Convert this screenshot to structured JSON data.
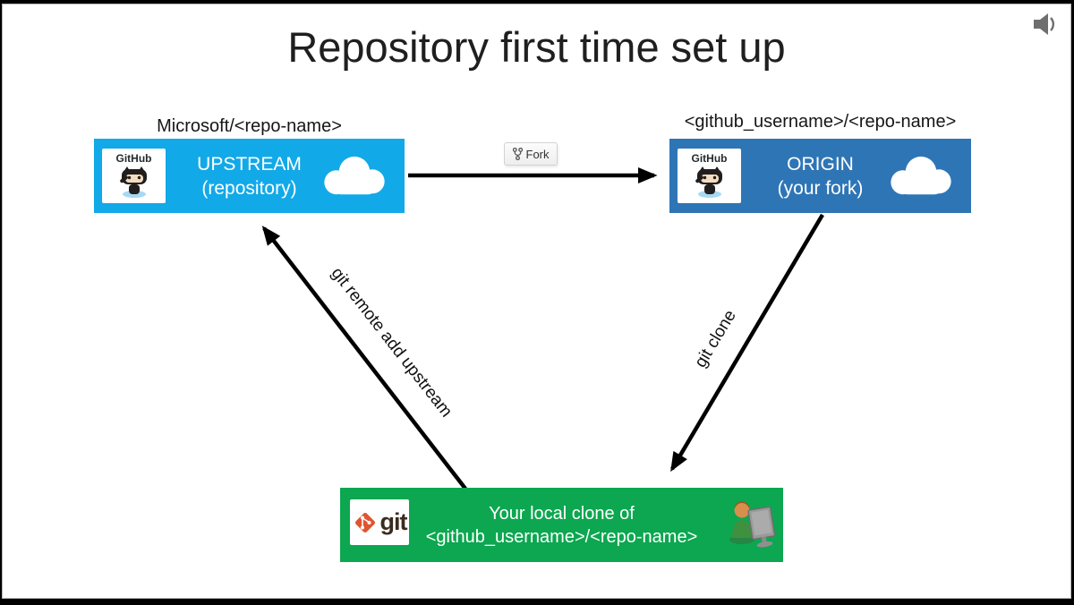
{
  "title": "Repository first time set up",
  "upstream": {
    "label_above": "Microsoft/<repo-name>",
    "name": "UPSTREAM",
    "subtitle": "(repository)",
    "logo": "GitHub",
    "color": "#12a9e8"
  },
  "origin": {
    "label_above": "<github_username>/<repo-name>",
    "name": "ORIGIN",
    "subtitle": "(your fork)",
    "logo": "GitHub",
    "color": "#2e75b6"
  },
  "local_clone": {
    "line1": "Your local clone of",
    "line2": "<github_username>/<repo-name>",
    "logo": "git",
    "color": "#0ca750"
  },
  "connections": {
    "fork_button": "Fork",
    "git_clone": "git clone",
    "git_remote": "git remote add upstream"
  },
  "arrow_color": "#000000"
}
